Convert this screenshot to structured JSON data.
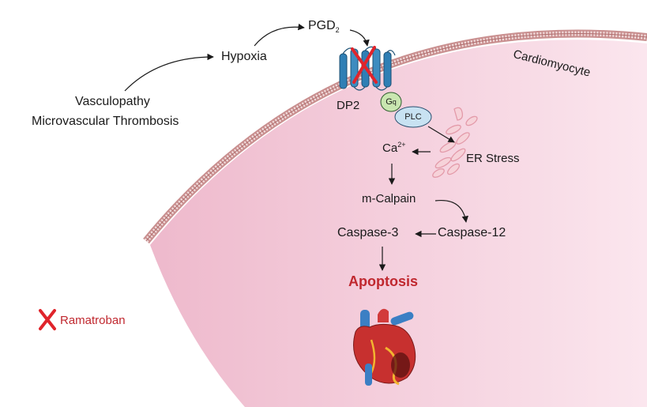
{
  "labels": {
    "vasculopathy": "Vasculopathy",
    "thrombosis": "Microvascular Thrombosis",
    "hypoxia": "Hypoxia",
    "pgd2_main": "PGD",
    "pgd2_sub": "2",
    "dp2": "DP2",
    "cardiomyocyte": "Cardiomyocyte",
    "gq_main": "G",
    "gq_sub": "q",
    "plc": "PLC",
    "ca_main": "Ca",
    "ca_sup": "2+",
    "er_stress": "ER Stress",
    "m_calpain": "m-Calpain",
    "caspase3": "Caspase-3",
    "caspase12": "Caspase-12",
    "apoptosis": "Apoptosis",
    "ramatroban": "Ramatroban"
  },
  "colors": {
    "cell_fill": "#f4cddb",
    "membrane": "#c98f8f",
    "receptor": "#2f7fb5",
    "inhibitor": "#e0242b",
    "gq_fill": "#c9e6b0",
    "plc_fill": "#c8e2f2",
    "er": "#e8a3b0",
    "apoptosis": "#c0282f"
  },
  "icons": [
    "dp2-receptor-icon",
    "inhibition-x-icon",
    "er-icon",
    "heart-icon"
  ]
}
